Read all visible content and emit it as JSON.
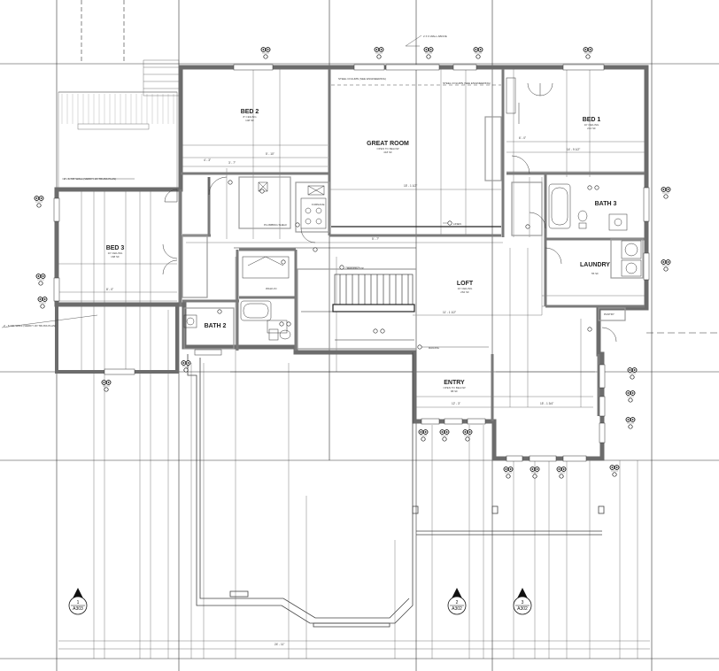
{
  "rooms": {
    "bed2": {
      "name": "BED 2",
      "ceiling": "8' CEILING",
      "area": "148 SF"
    },
    "great_room": {
      "name": "GREAT ROOM",
      "ceiling": "OPEN TO BELOW",
      "area": "418 SF"
    },
    "bed1": {
      "name": "BED 1",
      "ceiling": "10' CEILING",
      "area": "212 SF"
    },
    "bath3": {
      "name": "BATH 3"
    },
    "bed3": {
      "name": "BED 3",
      "ceiling": "10' CEILING",
      "area": "168 SF"
    },
    "laundry": {
      "name": "LAUNDRY",
      "area": "55 SF"
    },
    "loft": {
      "name": "LOFT",
      "ceiling": "10' CEILING",
      "area": "262 SF"
    },
    "bath2": {
      "name": "BATH 2"
    },
    "entry": {
      "name": "ENTRY",
      "ceiling": "OPEN TO BELOW",
      "area": "88 SF"
    }
  },
  "notes": {
    "wall_top": "2 X 6 WALL ABOVE",
    "steel_col_1": "STEEL COLUMN (SEE ENGINEERING)",
    "steel_col_2": "STEEL COLUMN (SEE ENGINEERING)",
    "wall_left_1": "2' - 6 7/8\" WALL (VERIFY W/ TRUSS PLAN)",
    "wall_left_2": "2' - 6 7/8\" WALL (VERIFY W/ TRUSS PLAN)",
    "furnace": "FURNACE",
    "plumbing_wall": "PLUMBING SHELF",
    "walk_in": "WALK-IN",
    "railing": "RAILING TYP.",
    "railing2": "RAILING",
    "linen": "LINEN",
    "pantry": "PANTRY"
  },
  "section_markers": [
    {
      "num": "1",
      "sheet": "A303"
    },
    {
      "num": "2",
      "sheet": "A302"
    },
    {
      "num": "3",
      "sheet": "A302"
    }
  ],
  "dimensions": [
    "3' - 7\"",
    "5' - 10\"",
    "4' - 3\"",
    "15' - 1 1/2\"",
    "14' - 9 1/2\"",
    "6' - 0\"",
    "11' - 1 1/2\"",
    "5' - 7\"",
    "24' - 11\"",
    "15' - 1 3/4\"",
    "12' - 3\"",
    "8' - 0\""
  ],
  "colors": {
    "wall": "#7a7a7a",
    "line": "#222222",
    "grid": "#333333"
  }
}
